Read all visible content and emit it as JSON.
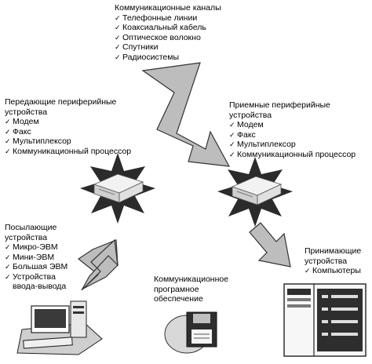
{
  "channels": {
    "title": "Коммуникационные каналы",
    "items": [
      "Телефонные линии",
      "Коаксиальный кабель",
      "Оптическое волокно",
      "Спутники",
      "Радиосистемы"
    ]
  },
  "transmit": {
    "title_line1": "Передающие периферийные",
    "title_line2": "устройства",
    "items": [
      "Модем",
      "Факс",
      "Мультиплексор",
      "Коммуникационный процессор"
    ]
  },
  "receive": {
    "title_line1": "Приемные периферийные",
    "title_line2": "устройства",
    "items": [
      "Модем",
      "Факс",
      "Мультиплексор",
      "Коммуникационный процессор"
    ]
  },
  "sending": {
    "title_line1": "Посылающие",
    "title_line2": "устройства",
    "items": [
      "Микро-ЭВМ",
      "Мини-ЭВМ",
      "Большая ЭВМ",
      "Устройства",
      "ввода-вывода"
    ]
  },
  "receiving": {
    "title_line1": "Принимающие",
    "title_line2": "устройства",
    "items": [
      "Компьютеры"
    ]
  },
  "software": {
    "line1": "Коммуникационное",
    "line2": "програмное",
    "line3": "обеспечение"
  },
  "check_mark": "✓",
  "colors": {
    "arrow_fill": "#bdbdbd",
    "star_fill": "#2b2b2b",
    "device_fill": "#e6e6e6"
  }
}
